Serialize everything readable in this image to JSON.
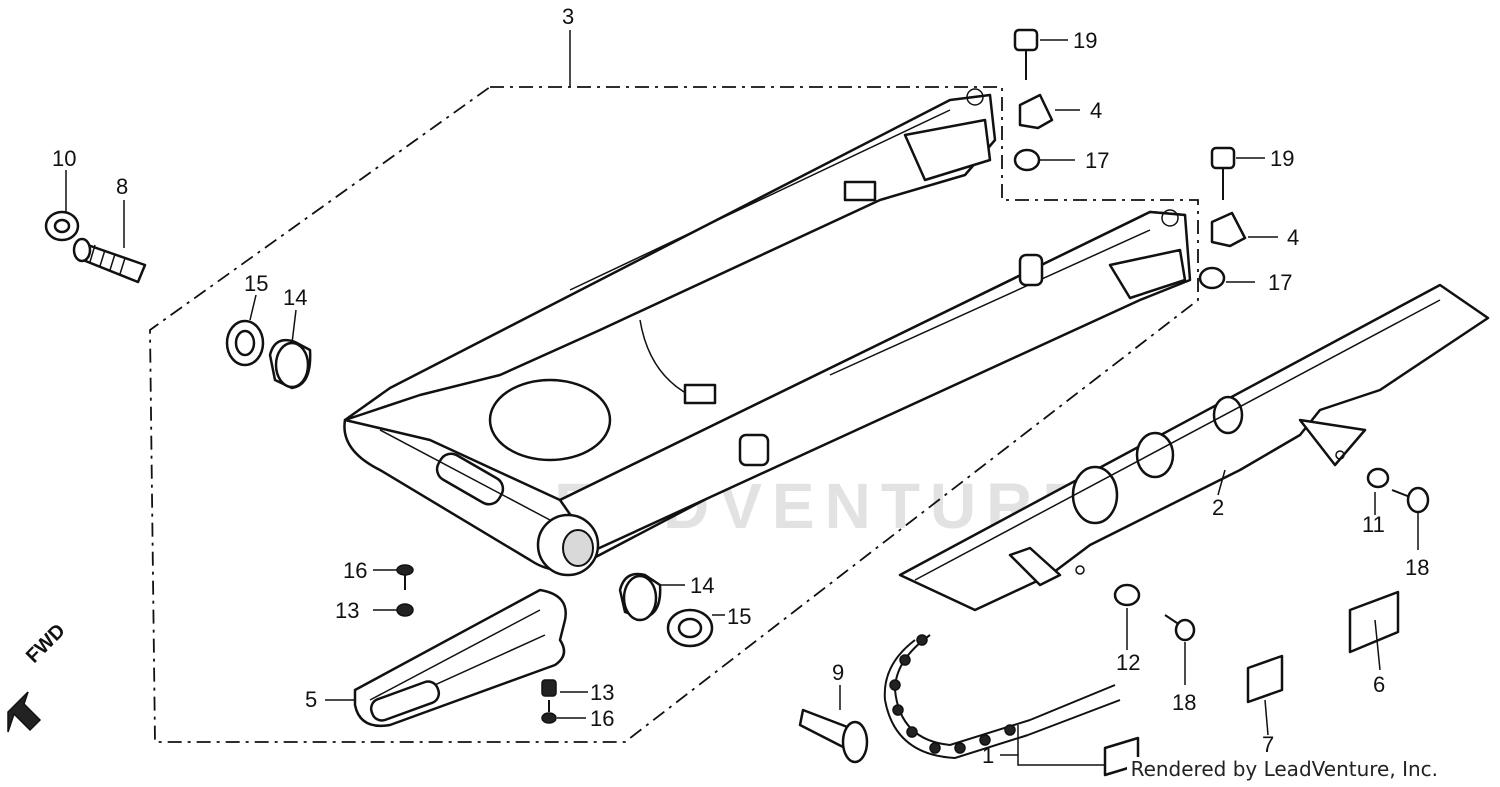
{
  "callouts": [
    {
      "id": "c1",
      "label": "1"
    },
    {
      "id": "c2",
      "label": "2"
    },
    {
      "id": "c3",
      "label": "3"
    },
    {
      "id": "c4a",
      "label": "4"
    },
    {
      "id": "c4b",
      "label": "4"
    },
    {
      "id": "c5",
      "label": "5"
    },
    {
      "id": "c6",
      "label": "6"
    },
    {
      "id": "c7",
      "label": "7"
    },
    {
      "id": "c8",
      "label": "8"
    },
    {
      "id": "c9",
      "label": "9"
    },
    {
      "id": "c10",
      "label": "10"
    },
    {
      "id": "c11",
      "label": "11"
    },
    {
      "id": "c12",
      "label": "12"
    },
    {
      "id": "c13a",
      "label": "13"
    },
    {
      "id": "c13b",
      "label": "13"
    },
    {
      "id": "c14a",
      "label": "14"
    },
    {
      "id": "c14b",
      "label": "14"
    },
    {
      "id": "c15a",
      "label": "15"
    },
    {
      "id": "c15b",
      "label": "15"
    },
    {
      "id": "c16a",
      "label": "16"
    },
    {
      "id": "c16b",
      "label": "16"
    },
    {
      "id": "c17a",
      "label": "17"
    },
    {
      "id": "c17b",
      "label": "17"
    },
    {
      "id": "c18a",
      "label": "18"
    },
    {
      "id": "c18b",
      "label": "18"
    },
    {
      "id": "c19a",
      "label": "19"
    },
    {
      "id": "c19b",
      "label": "19"
    }
  ],
  "direction_label": "FWD",
  "watermark": "LEADVENTURE",
  "credit": "Rendered by LeadVenture, Inc."
}
